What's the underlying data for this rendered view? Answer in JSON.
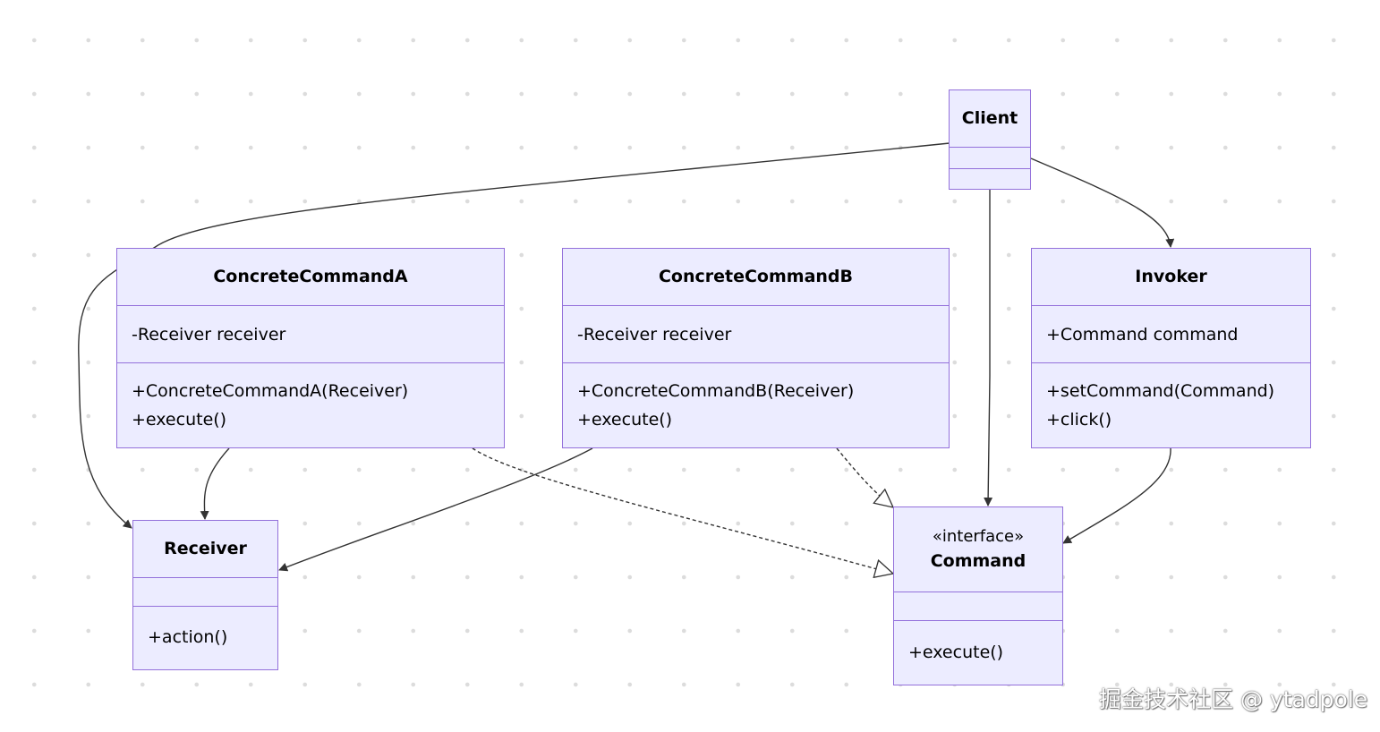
{
  "diagram": {
    "type": "class-diagram",
    "classes": {
      "client": {
        "name": "Client",
        "attributes": [],
        "methods": []
      },
      "concrete_a": {
        "name": "ConcreteCommandA",
        "attributes": [
          "-Receiver receiver"
        ],
        "methods": [
          "+ConcreteCommandA(Receiver)",
          "+execute()"
        ]
      },
      "concrete_b": {
        "name": "ConcreteCommandB",
        "attributes": [
          "-Receiver receiver"
        ],
        "methods": [
          "+ConcreteCommandB(Receiver)",
          "+execute()"
        ]
      },
      "invoker": {
        "name": "Invoker",
        "attributes": [
          "+Command command"
        ],
        "methods": [
          "+setCommand(Command)",
          "+click()"
        ]
      },
      "receiver": {
        "name": "Receiver",
        "attributes": [],
        "methods": [
          "+action()"
        ]
      },
      "command": {
        "name": "Command",
        "stereotype": "«interface»",
        "attributes": [],
        "methods": [
          "+execute()"
        ]
      }
    },
    "relations": [
      {
        "from": "Client",
        "to": "Receiver",
        "kind": "association"
      },
      {
        "from": "Client",
        "to": "Command",
        "kind": "association"
      },
      {
        "from": "Client",
        "to": "Invoker",
        "kind": "association"
      },
      {
        "from": "ConcreteCommandA",
        "to": "Receiver",
        "kind": "association"
      },
      {
        "from": "ConcreteCommandB",
        "to": "Receiver",
        "kind": "association"
      },
      {
        "from": "Invoker",
        "to": "Command",
        "kind": "association"
      },
      {
        "from": "ConcreteCommandA",
        "to": "Command",
        "kind": "realization"
      },
      {
        "from": "ConcreteCommandB",
        "to": "Command",
        "kind": "realization"
      }
    ],
    "colors": {
      "node_fill": "#ececff",
      "node_border": "#9370db",
      "edge": "#333333"
    }
  },
  "watermark": "掘金技术社区 @ ytadpole"
}
